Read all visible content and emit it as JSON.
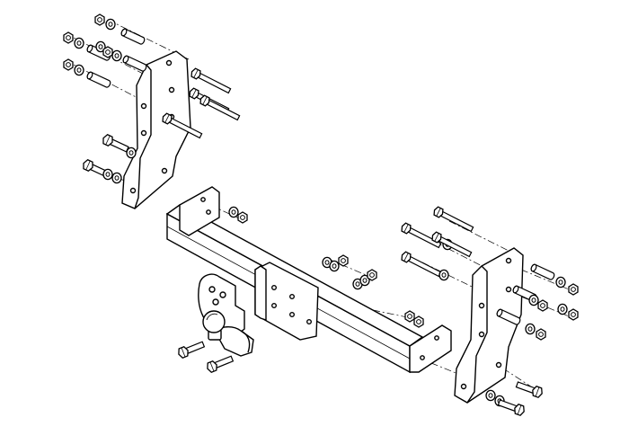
{
  "diagram": {
    "type": "exploded-assembly",
    "subject": "tow-bar-hitch",
    "background": "#ffffff",
    "line_color": "#000000",
    "components": [
      "left-mounting-bracket",
      "right-mounting-bracket",
      "cross-beam",
      "tow-ball-mount-plate",
      "tow-ball",
      "bolts",
      "nuts",
      "washers",
      "spacer-tubes"
    ]
  }
}
